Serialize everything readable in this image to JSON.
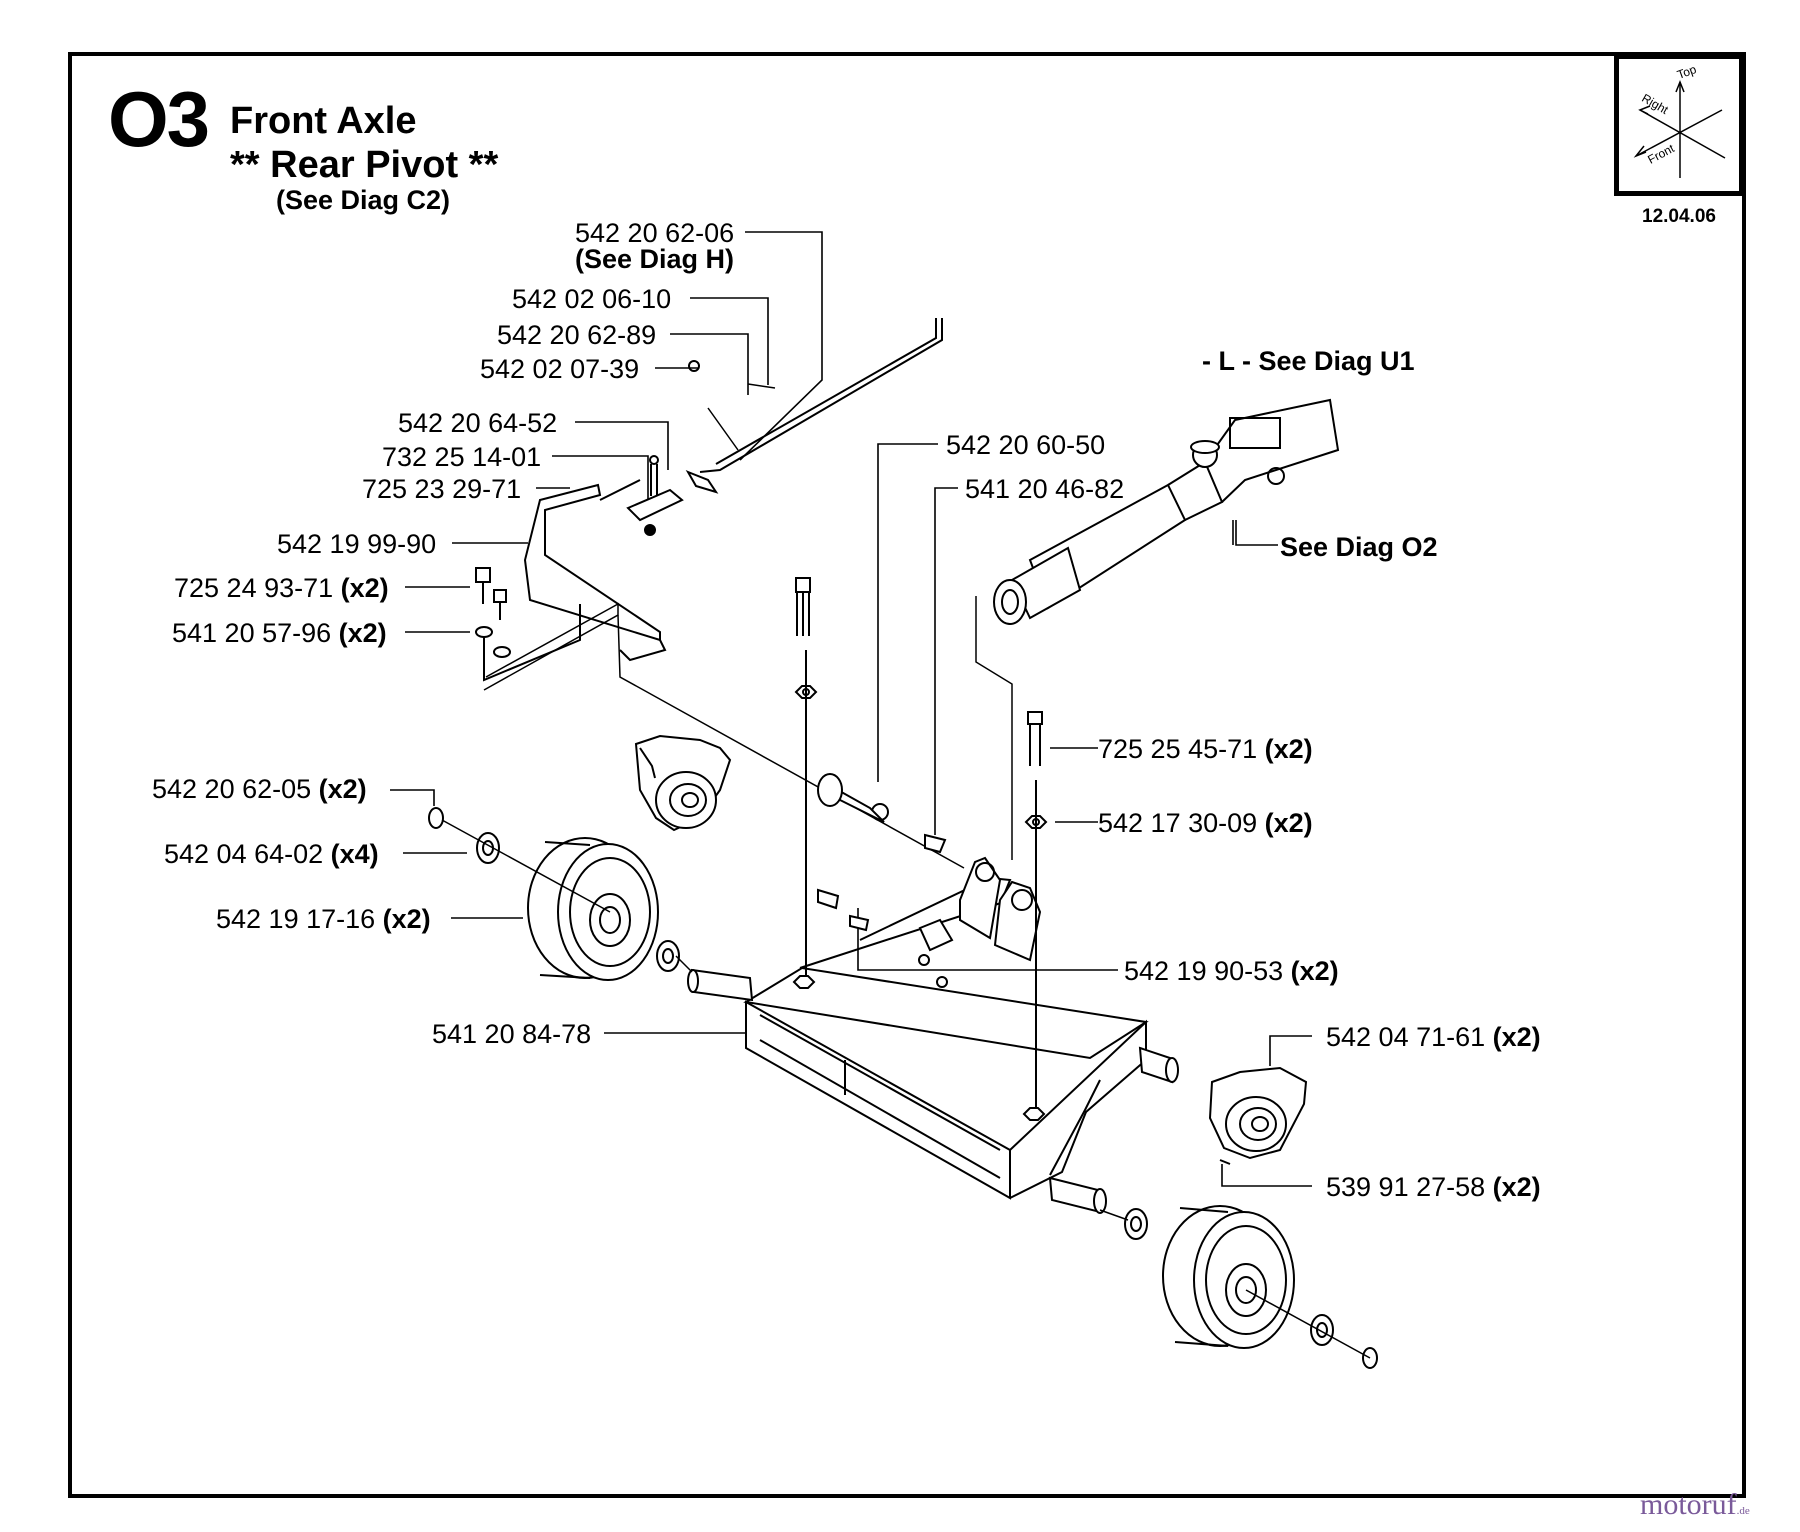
{
  "header": {
    "diagram_code": "O3",
    "title": "Front Axle",
    "subtitle": "** Rear Pivot **",
    "subtitle_ref": "(See Diag C2)",
    "date": "12.04.06"
  },
  "orientation": {
    "top": "Top",
    "right": "Right",
    "front": "Front"
  },
  "refs": {
    "l_ref": "- L -  See Diag U1",
    "o2_ref": "See Diag O2",
    "h_ref": "(See Diag H)"
  },
  "parts": [
    {
      "number": "542 20 62-06",
      "qty": ""
    },
    {
      "number": "542 02 06-10",
      "qty": ""
    },
    {
      "number": "542 20 62-89",
      "qty": ""
    },
    {
      "number": "542 02 07-39",
      "qty": ""
    },
    {
      "number": "542 20 64-52",
      "qty": ""
    },
    {
      "number": "732 25 14-01",
      "qty": ""
    },
    {
      "number": "725 23 29-71",
      "qty": ""
    },
    {
      "number": "542 19 99-90",
      "qty": ""
    },
    {
      "number": "725 24 93-71",
      "qty": "(x2)"
    },
    {
      "number": "541 20 57-96",
      "qty": "(x2)"
    },
    {
      "number": "542 20 60-50",
      "qty": ""
    },
    {
      "number": "541 20 46-82",
      "qty": ""
    },
    {
      "number": "725 25 45-71",
      "qty": "(x2)"
    },
    {
      "number": "542 17 30-09",
      "qty": "(x2)"
    },
    {
      "number": "542 20 62-05",
      "qty": "(x2)"
    },
    {
      "number": "542 04 64-02",
      "qty": "(x4)"
    },
    {
      "number": "542 19 17-16",
      "qty": "(x2)"
    },
    {
      "number": "542 19 90-53",
      "qty": "(x2)"
    },
    {
      "number": "541 20 84-78",
      "qty": ""
    },
    {
      "number": "542 04 71-61",
      "qty": "(x2)"
    },
    {
      "number": "539 91 27-58",
      "qty": "(x2)"
    }
  ],
  "watermark": {
    "text": "motoruf",
    "suffix": ".de"
  }
}
